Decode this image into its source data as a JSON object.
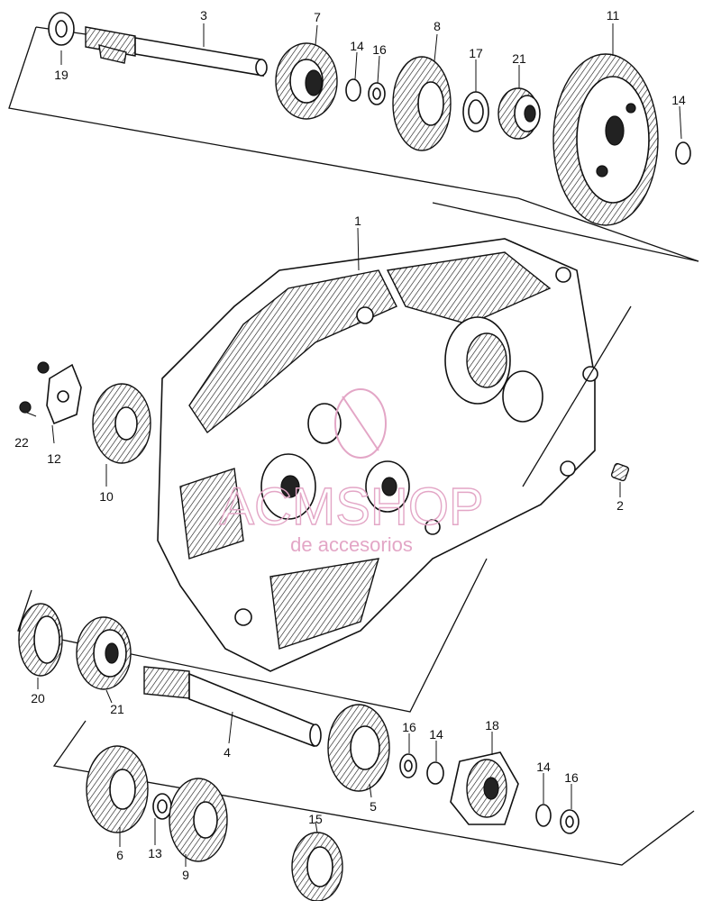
{
  "diagram": {
    "callouts": [
      {
        "id": "c3",
        "text": "3"
      },
      {
        "id": "c7",
        "text": "7"
      },
      {
        "id": "c8",
        "text": "8"
      },
      {
        "id": "c11",
        "text": "11"
      },
      {
        "id": "c14a",
        "text": "14"
      },
      {
        "id": "c16a",
        "text": "16"
      },
      {
        "id": "c17",
        "text": "17"
      },
      {
        "id": "c21a",
        "text": "21"
      },
      {
        "id": "c19",
        "text": "19"
      },
      {
        "id": "c14b",
        "text": "14"
      },
      {
        "id": "c1",
        "text": "1"
      },
      {
        "id": "c2",
        "text": "2"
      },
      {
        "id": "c22",
        "text": "22"
      },
      {
        "id": "c12",
        "text": "12"
      },
      {
        "id": "c10",
        "text": "10"
      },
      {
        "id": "c20",
        "text": "20"
      },
      {
        "id": "c21b",
        "text": "21"
      },
      {
        "id": "c4",
        "text": "4"
      },
      {
        "id": "c16b",
        "text": "16"
      },
      {
        "id": "c14c",
        "text": "14"
      },
      {
        "id": "c18",
        "text": "18"
      },
      {
        "id": "c14d",
        "text": "14"
      },
      {
        "id": "c16c",
        "text": "16"
      },
      {
        "id": "c5",
        "text": "5"
      },
      {
        "id": "c6",
        "text": "6"
      },
      {
        "id": "c13",
        "text": "13"
      },
      {
        "id": "c9",
        "text": "9"
      },
      {
        "id": "c15",
        "text": "15"
      }
    ],
    "watermark": {
      "brand": "ACMSHOP",
      "subtitle": "de accesorios"
    },
    "colors": {
      "ink": "#111111",
      "watermark": "#e3a6c6",
      "background": "#ffffff"
    }
  }
}
